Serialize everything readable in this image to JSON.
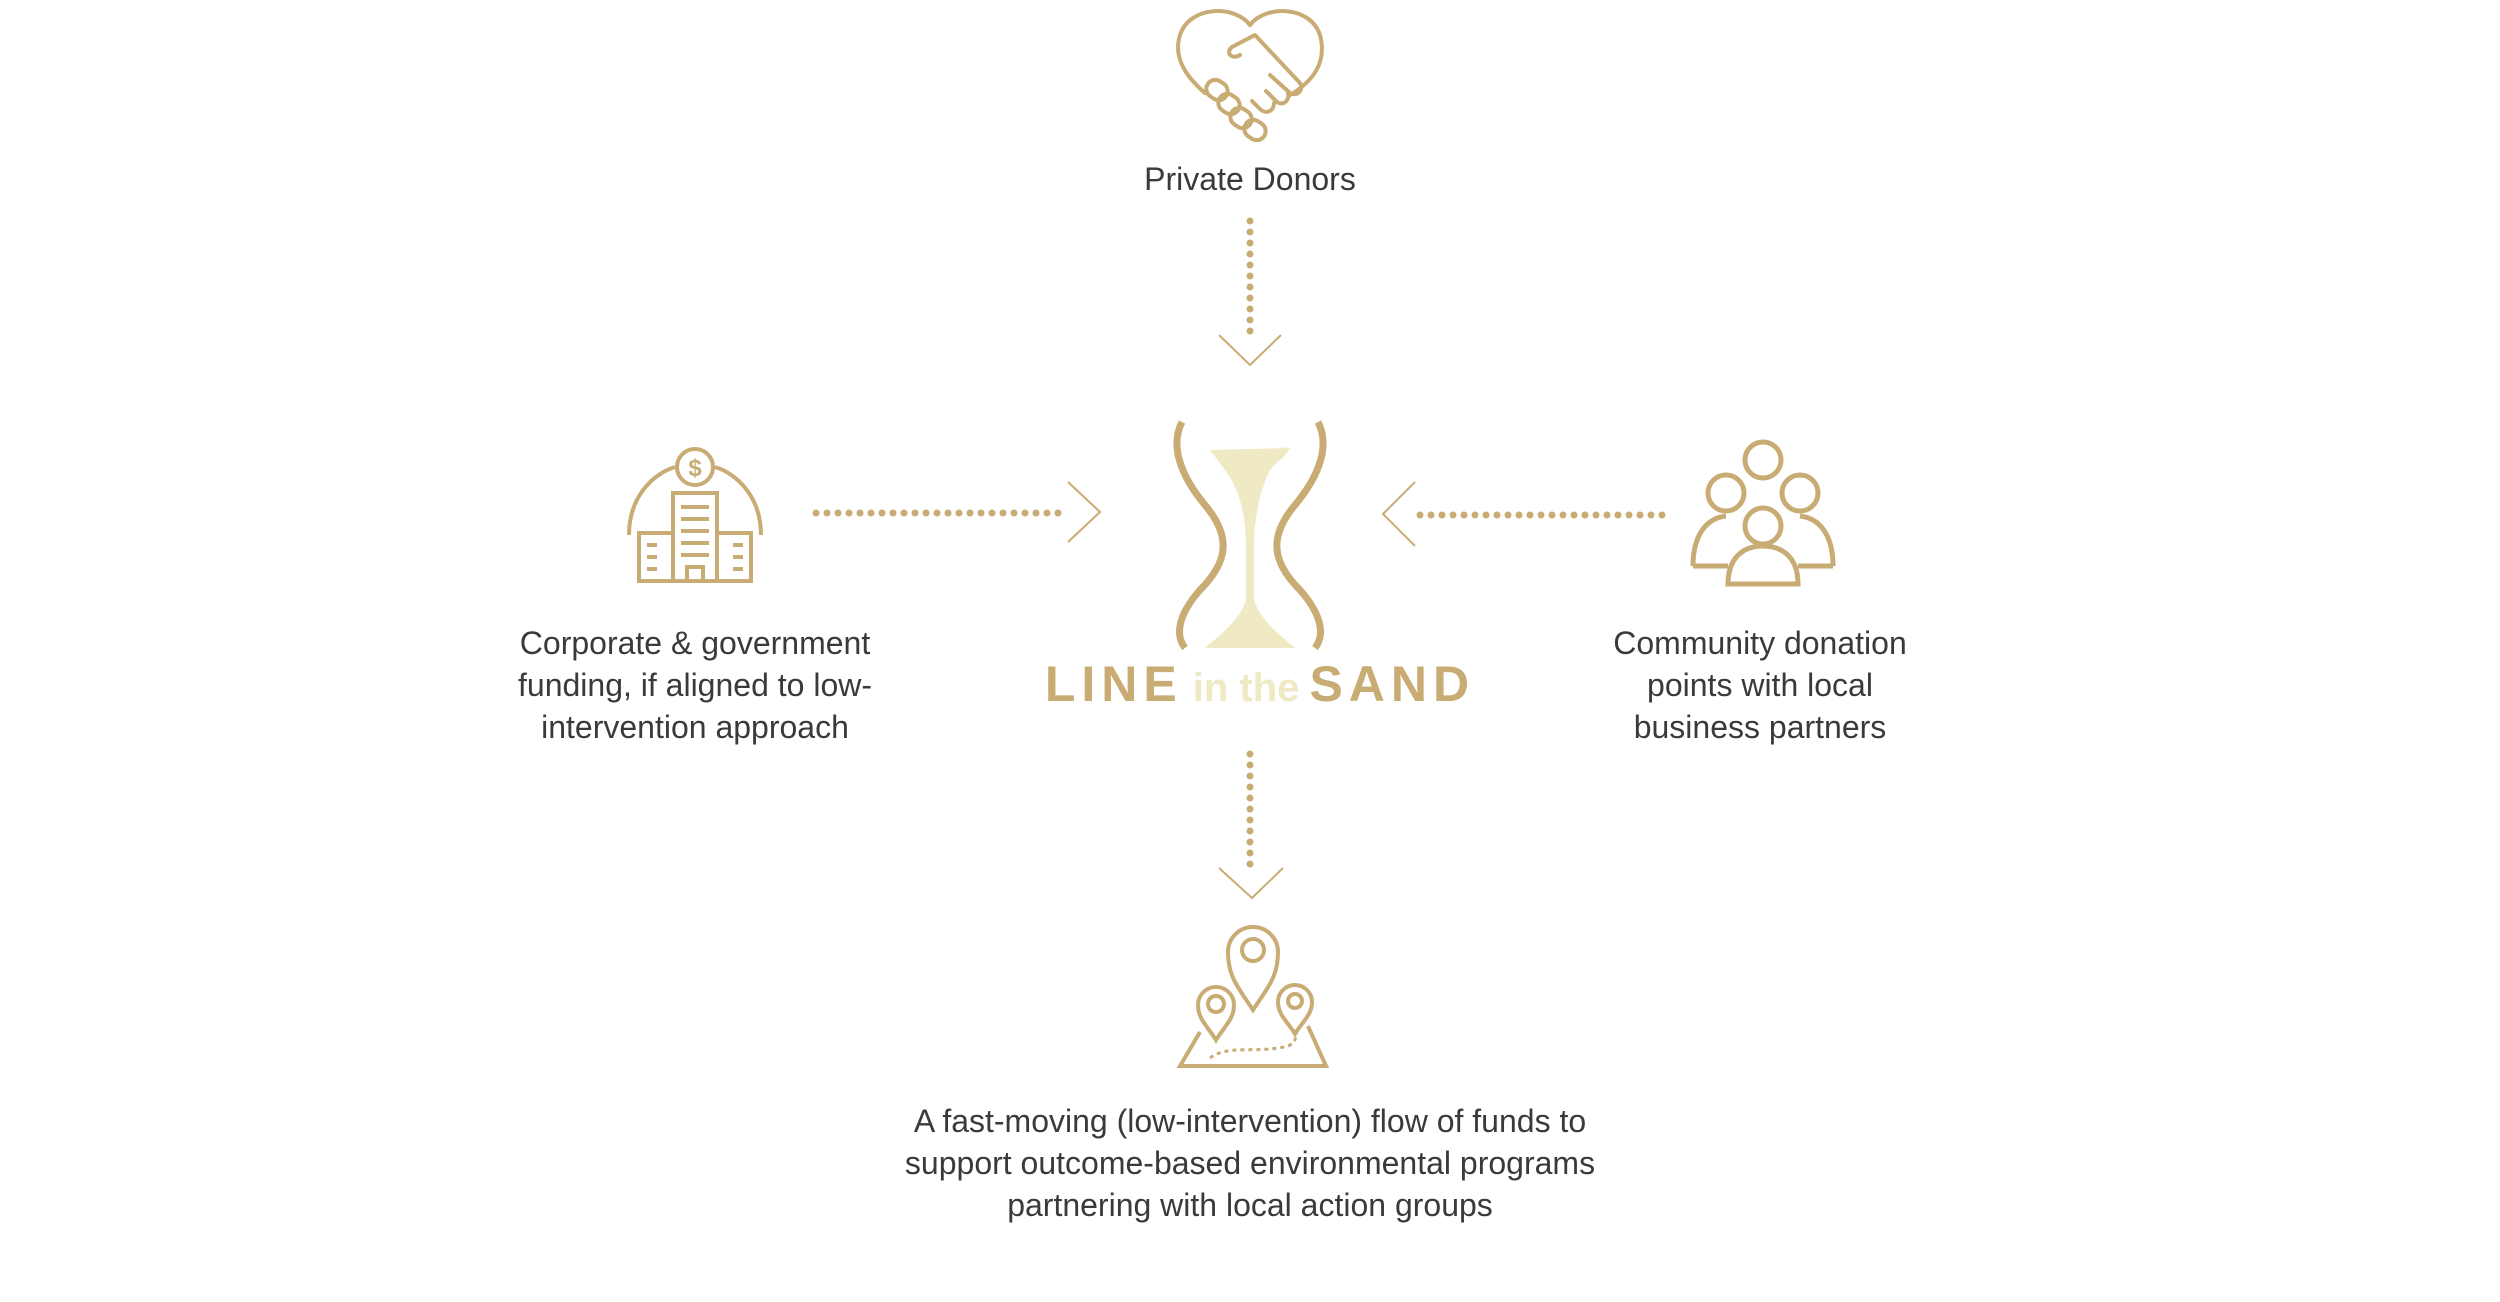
{
  "colors": {
    "gold": "#c9ab74",
    "sand": "#efe9c4",
    "text": "#3a3a3a"
  },
  "top": {
    "label": "Private Donors",
    "icon": "handshake-heart-icon"
  },
  "left": {
    "lines": [
      "Corporate & government",
      "funding, if aligned to low-",
      "intervention approach"
    ],
    "icon": "building-dollar-icon"
  },
  "right": {
    "lines": [
      "Community donation",
      "points with local",
      "business partners"
    ],
    "icon": "people-group-icon"
  },
  "center": {
    "logo_word1": "LINE",
    "logo_word2": "in the",
    "logo_word3": "SAND",
    "icon": "hourglass-icon"
  },
  "bottom": {
    "lines": [
      "A fast-moving (low-intervention) flow of funds to",
      "support outcome-based environmental programs",
      "partnering with local action groups"
    ],
    "icon": "map-pins-icon"
  }
}
